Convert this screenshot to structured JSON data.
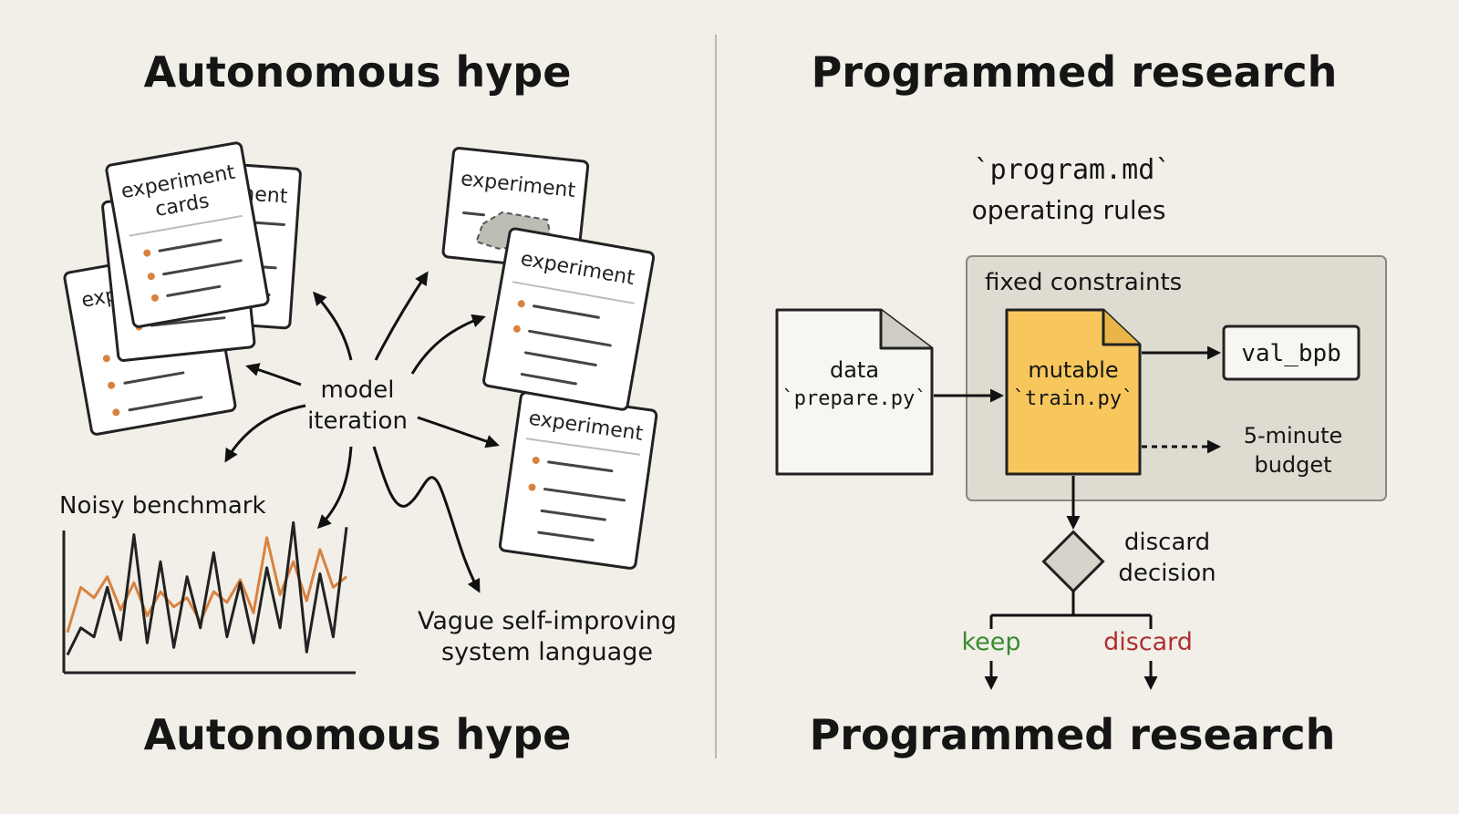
{
  "left": {
    "title": "Autonomous hype",
    "bottom_title": "Autonomous hype",
    "hub_line1": "model",
    "hub_line2": "iteration",
    "card_main_line1": "experiment",
    "card_main_line2": "cards",
    "card_partial_label": "iment",
    "card_partial_label2": "expe",
    "card_label": "experiment",
    "benchmark_label": "Noisy benchmark",
    "vague_line1": "Vague self-improving",
    "vague_line2": "system language",
    "benchmark_series": {
      "black": [
        0.1,
        0.28,
        0.22,
        0.55,
        0.2,
        0.9,
        0.18,
        0.72,
        0.15,
        0.62,
        0.28,
        0.78,
        0.22,
        0.58,
        0.18,
        0.68,
        0.28,
        0.98,
        0.12,
        0.64,
        0.22,
        0.95
      ],
      "orange": [
        0.25,
        0.55,
        0.48,
        0.62,
        0.4,
        0.58,
        0.36,
        0.52,
        0.42,
        0.48,
        0.32,
        0.52,
        0.45,
        0.6,
        0.38,
        0.88,
        0.5,
        0.72,
        0.46,
        0.8,
        0.55,
        0.62
      ],
      "black_color": "#222222",
      "orange_color": "#d9823f"
    }
  },
  "right": {
    "title": "Programmed research",
    "bottom_title": "Programmed research",
    "program_file": "`program.md`",
    "program_caption": "operating rules",
    "constraints_label": "fixed constraints",
    "data_line1": "data",
    "data_line2": "`prepare.py`",
    "train_line1": "mutable",
    "train_line2": "`train.py`",
    "metric": "val_bpb",
    "budget_line1": "5-minute",
    "budget_line2": "budget",
    "decision_line1": "discard",
    "decision_line2": "decision",
    "keep_label": "keep",
    "discard_label": "discard"
  },
  "colors": {
    "background": "#f1efe8",
    "constraints_fill": "#dedbd0",
    "train_fill": "#f7c75e",
    "keep": "#3a8a2e",
    "discard": "#b03030",
    "accent_dot": "#d9823f"
  }
}
